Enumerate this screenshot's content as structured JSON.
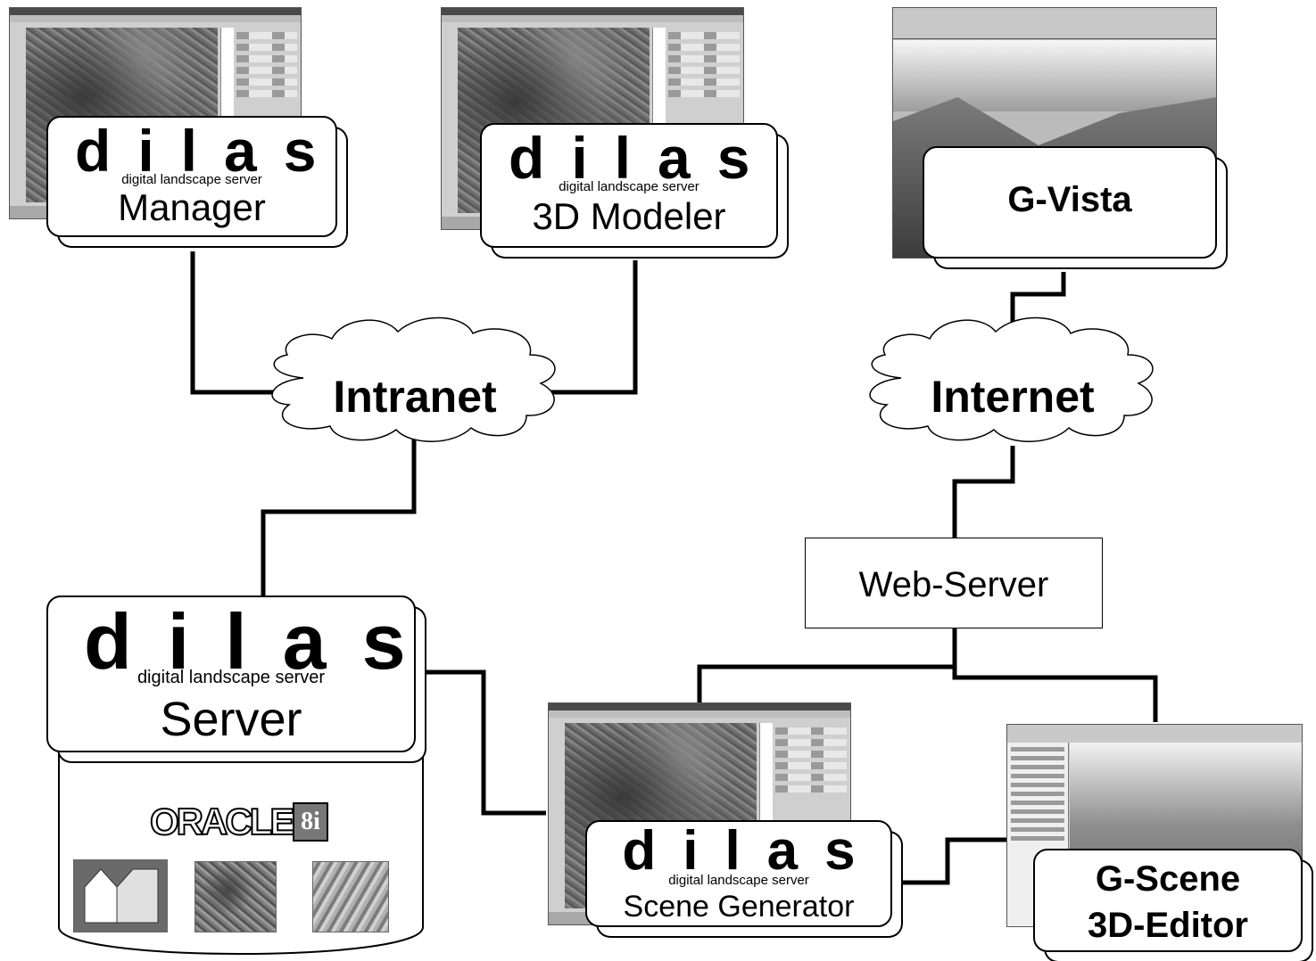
{
  "boxes": {
    "manager": {
      "logo": "dilas",
      "tagline": "digital landscape server",
      "label": "Manager"
    },
    "modeler": {
      "logo": "dilas",
      "tagline": "digital landscape server",
      "label": "3D Modeler"
    },
    "gvista": {
      "label": "G-Vista"
    },
    "server": {
      "logo": "dilas",
      "tagline": "digital landscape server",
      "label": "Server"
    },
    "scene_generator": {
      "logo": "dilas",
      "tagline": "digital landscape server",
      "label": "Scene Generator"
    },
    "gscene": {
      "line1": "G-Scene",
      "line2": "3D-Editor"
    },
    "webserver": {
      "label": "Web-Server"
    }
  },
  "clouds": {
    "intranet": "Intranet",
    "internet": "Internet"
  },
  "database": {
    "brand": "ORACLE",
    "version": "8i"
  },
  "colors": {
    "line": "#000000",
    "background": "#ffffff"
  }
}
